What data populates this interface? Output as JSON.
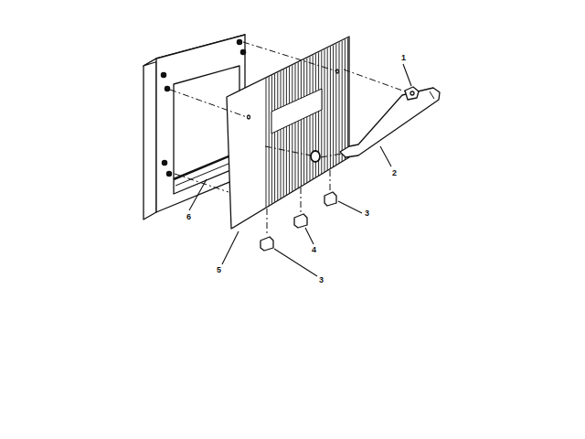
{
  "diagram": {
    "labels": [
      "1",
      "2",
      "3",
      "4",
      "3",
      "5",
      "6"
    ]
  }
}
